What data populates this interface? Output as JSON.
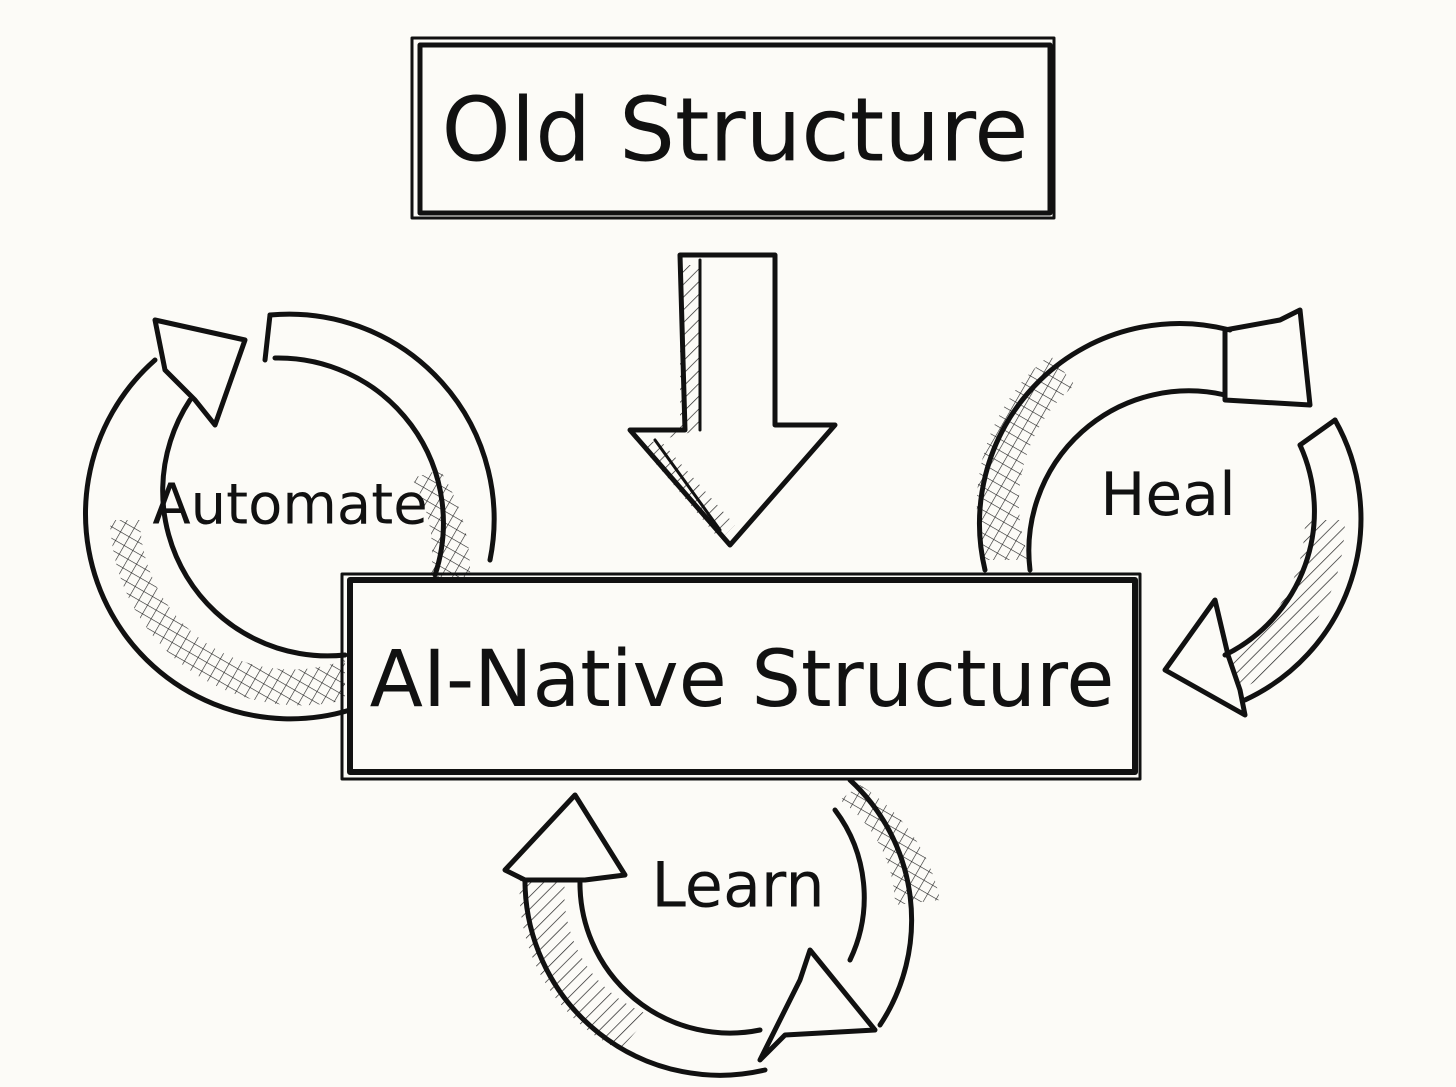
{
  "diagram": {
    "top_box": {
      "label": "Old Structure"
    },
    "center_box": {
      "label": "AI-Native Structure"
    },
    "cycles": [
      {
        "key": "automate",
        "label": "Automate"
      },
      {
        "key": "heal",
        "label": "Heal"
      },
      {
        "key": "learn",
        "label": "Learn"
      }
    ]
  }
}
